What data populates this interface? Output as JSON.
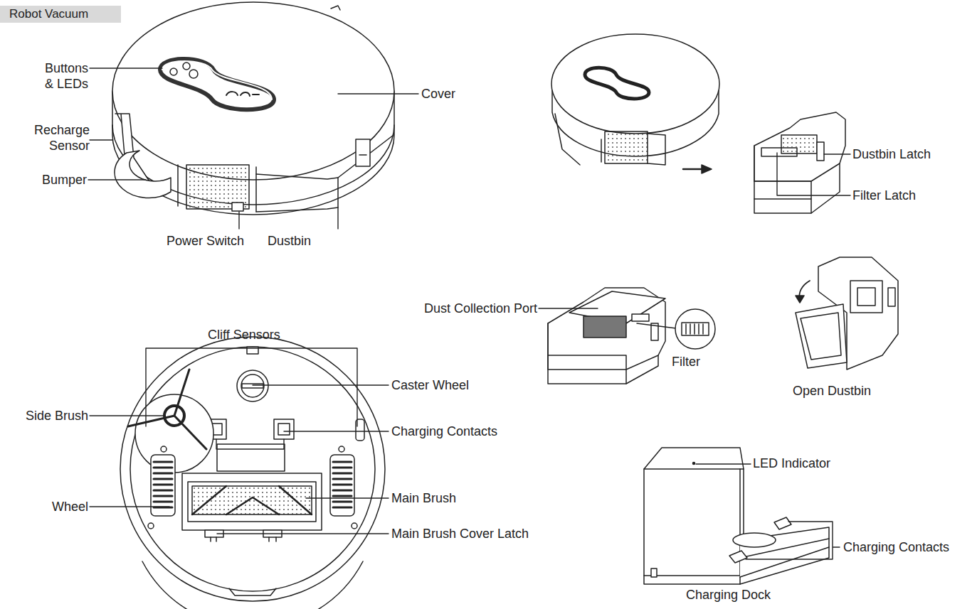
{
  "diagram": {
    "nodes": [
      {
        "text": [
          "Robot Vacuum"
        ]
      }
    ],
    "labels": [
      "Buttons & LEDs",
      "Recharge Sensor",
      "Bumper",
      "Cover",
      "Power Switch",
      "Dustbin",
      "Dustbin Latch",
      "Filter Latch",
      "Dust Collection Port",
      "Filter",
      "Open Dustbin",
      "Cliff Sensors",
      "Caster Wheel",
      "Side Brush",
      "Charging Contacts",
      "Wheel",
      "Main Brush",
      "Main Brush Cover Latch",
      "LED Indicator",
      "Charging Contacts",
      "Charging Dock"
    ]
  }
}
